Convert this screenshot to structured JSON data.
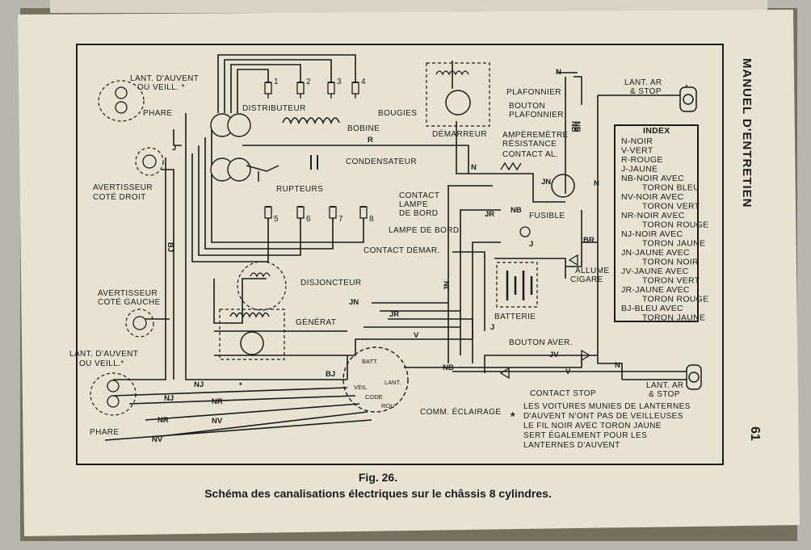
{
  "page": {
    "running_head": "MANUEL D'ENTRETIEN",
    "page_number": "61"
  },
  "caption": {
    "fig": "Fig. 26.",
    "title": "Schéma des canalisations électriques sur le châssis 8 cylindres."
  },
  "components": {
    "lant_auvent_top": [
      "LANT. D'AUVENT",
      "OU VEILL. *"
    ],
    "phare_top": "PHARE",
    "distributeur": "DISTRIBUTEUR",
    "bougies": "BOUGIES",
    "bobine": "BOBINE",
    "condensateur": "CONDENSATEUR",
    "rupteurs": "RUPTEURS",
    "demarreur": "DÉMARREUR",
    "plafonnier": "PLAFONNIER",
    "bouton_plafonnier": [
      "BOUTON",
      "PLAFONNIER"
    ],
    "lant_ar_top": [
      "LANT. AR",
      "& STOP"
    ],
    "amperemetre": [
      "AMPÈREMÈTRE",
      "RÉSISTANCE",
      "CONTACT AL."
    ],
    "contact_lampe_bord": [
      "CONTACT",
      "LAMPE",
      "DE BORD"
    ],
    "fusible": "FUSIBLE",
    "lampe_de_bord": "LAMPE DE BORD",
    "contact_demar": "CONTACT DÉMAR.",
    "allume_cigare": [
      "ALLUME",
      "CIGARE"
    ],
    "batterie": "BATTERIE",
    "avertisseur_droit": [
      "AVERTISSEUR",
      "COTÉ DROIT"
    ],
    "avertisseur_gauche": [
      "AVERTISSEUR",
      "COTÉ GAUCHE"
    ],
    "disjoncteur": "DISJONCTEUR",
    "generat": "GÉNÉRAT",
    "bouton_aver": "BOUTON AVER.",
    "contact_stop": "CONTACT STOP",
    "lant_auvent_bottom": [
      "LANT. D'AUVENT",
      "OU VEILL.*"
    ],
    "phare_bottom": "PHARE",
    "comm_eclairage": "COMM. ÉCLAIRAGE",
    "lant_ar_bottom": [
      "LANT. AR",
      "& STOP"
    ],
    "switch_positions": [
      "BATT.",
      "LANT.",
      "VEIL",
      "CODE",
      "ROU"
    ]
  },
  "spark_plugs": [
    "1",
    "2",
    "3",
    "4",
    "5",
    "6",
    "7",
    "8"
  ],
  "wire_codes": [
    "J",
    "R",
    "BJ",
    "N",
    "NB",
    "NB",
    "JN",
    "JR",
    "JN",
    "JR",
    "V",
    "BJ",
    "NJ",
    "NJ",
    "NR",
    "NR",
    "NV",
    "NV",
    "NB",
    "JV",
    "V",
    "N",
    "J",
    "NB",
    "BR",
    "JN",
    "N",
    "N",
    "J",
    "*"
  ],
  "index": {
    "title": "INDEX",
    "entries": [
      [
        "N",
        "NOIR"
      ],
      [
        "V",
        "VERT"
      ],
      [
        "R",
        "ROUGE"
      ],
      [
        "J",
        "JAUNE"
      ],
      [
        "NB",
        "NOIR AVEC",
        "TORON BLEU"
      ],
      [
        "NV",
        "NOIR AVEC",
        "TORON VERT"
      ],
      [
        "NR",
        "NOIR AVEC",
        "TORON ROUGE"
      ],
      [
        "NJ",
        "NOIR AVEC",
        "TORON JAUNE"
      ],
      [
        "JN",
        "JAUNE AVEC",
        "TORON NOIR"
      ],
      [
        "JV",
        "JAUNE AVEC",
        "TORON VERT"
      ],
      [
        "JR",
        "JAUNE AVEC",
        "TORON ROUGE"
      ],
      [
        "BJ",
        "BLEU AVEC",
        "TORON JAUNE"
      ]
    ]
  },
  "footnote": {
    "mark": "*",
    "lines": [
      "LES VOITURES MUNIES DE LANTERNES",
      "D'AUVENT N'ONT PAS DE VEILLEUSES",
      "LE FIL NOIR AVEC TORON JAUNE",
      "SERT ÉGALEMENT POUR LES",
      "LANTERNES D'AUVENT"
    ]
  },
  "colors": {
    "paper": "#e8e2d2",
    "ink": "#1b1b1b",
    "background": "#b9b6ad"
  }
}
